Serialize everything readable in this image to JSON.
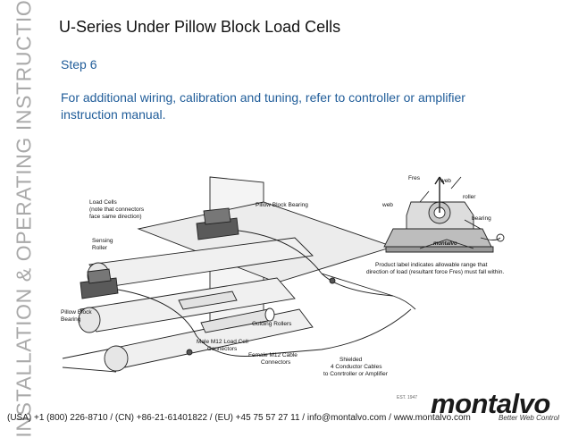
{
  "sidebar": {
    "text": "INSTALLATION & OPERATING INSTRUCTIONS"
  },
  "header": {
    "title": "U-Series Under Pillow Block Load Cells"
  },
  "step": {
    "label": "Step 6"
  },
  "body": {
    "instruction": "For additional wiring, calibration and tuning, refer to controller or amplifier instruction manual."
  },
  "diagram": {
    "load_cells": "Load Cells",
    "load_cells_note_1": "(note that connectors",
    "load_cells_note_2": "face same direction)",
    "pillow_block_bearing_top": "Pillow Block Bearing",
    "sensing_roller_1": "Sensing",
    "sensing_roller_2": "Roller",
    "pillow_block_bearing_1": "Pillow Block",
    "pillow_block_bearing_2": "Bearing",
    "guiding_rollers": "Guiding Rollers",
    "male_m12_1": "Male M12 Load Cell",
    "male_m12_2": "Connectors",
    "female_m12_1": "Female M12 Cable",
    "female_m12_2": "Connectors",
    "shielded_1": "Shielded",
    "shielded_2": "4 Conductor Cables",
    "shielded_3": "to Conrtroller or Amplifier",
    "fres": "Fres",
    "web_top": "web",
    "roller": "roller",
    "web_left": "web",
    "bearing": "bearing",
    "label_brand": "montalvo",
    "product_label_1": "Product label indicates allowable range that",
    "product_label_2": "direction of load (resultant force Fres) must fall within."
  },
  "logo": {
    "brand": "montalvo",
    "tagline": "Better Web Control",
    "est": "EST. 1947"
  },
  "footer": {
    "contact": "(USA) +1 (800) 226-8710 / (CN) +86-21-61401822 / (EU) +45 75 57 27 11 / info@montalvo.com / www.montalvo.com"
  }
}
